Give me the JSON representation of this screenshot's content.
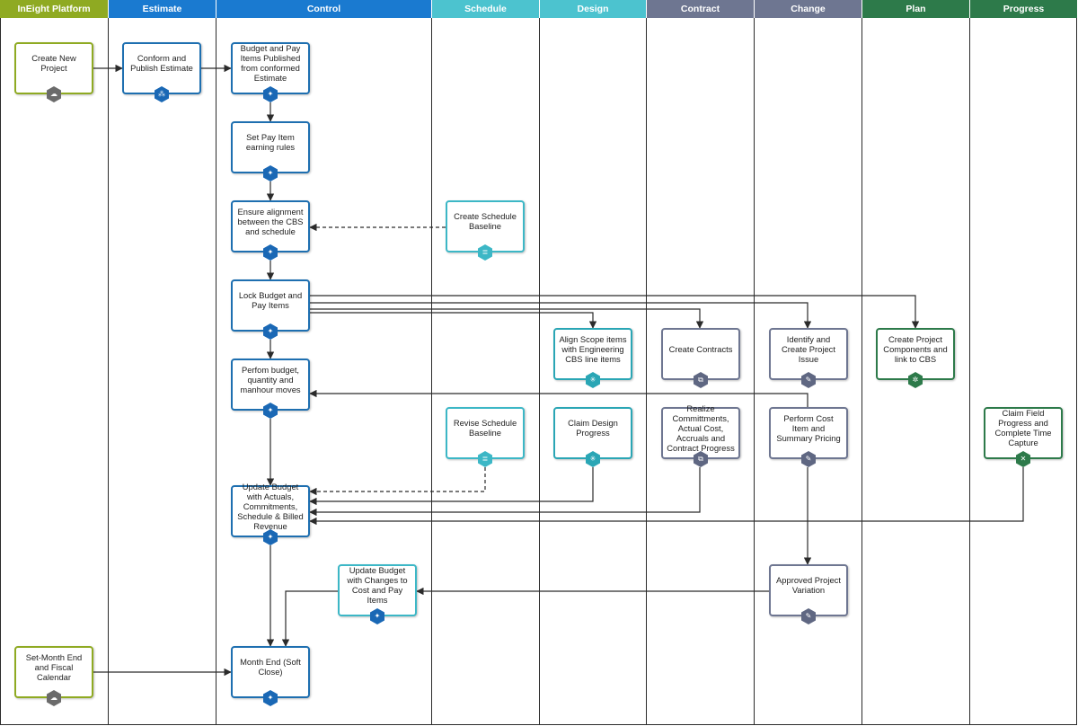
{
  "lanes": [
    {
      "id": "platform",
      "name": "InEight Platform",
      "color": "#8faa22"
    },
    {
      "id": "estimate",
      "name": "Estimate",
      "color": "#1a7ad0"
    },
    {
      "id": "control",
      "name": "Control",
      "color": "#1a7ad0"
    },
    {
      "id": "schedule",
      "name": "Schedule",
      "color": "#4cc3cf"
    },
    {
      "id": "design",
      "name": "Design",
      "color": "#4cc3cf"
    },
    {
      "id": "contract",
      "name": "Contract",
      "color": "#6e7691"
    },
    {
      "id": "change",
      "name": "Change",
      "color": "#6e7691"
    },
    {
      "id": "plan",
      "name": "Plan",
      "color": "#2d7a4a"
    },
    {
      "id": "progress",
      "name": "Progress",
      "color": "#2d7a4a"
    }
  ],
  "nodes": [
    {
      "id": "create-new-project",
      "lane": "platform",
      "icon": "cloud-icon",
      "text": "Create New Project"
    },
    {
      "id": "conform-publish-estimate",
      "lane": "estimate",
      "icon": "estimate-icon",
      "text": "Conform and Publish Estimate"
    },
    {
      "id": "budget-pay-items-published",
      "lane": "control",
      "icon": "control-icon",
      "text": "Budget and Pay Items Published from conformed Estimate"
    },
    {
      "id": "set-pay-item-earning-rules",
      "lane": "control",
      "icon": "control-icon",
      "text": "Set Pay Item earning rules"
    },
    {
      "id": "ensure-alignment",
      "lane": "control",
      "icon": "control-icon",
      "text": "Ensure alignment between the CBS and schedule"
    },
    {
      "id": "create-schedule-baseline",
      "lane": "schedule",
      "icon": "schedule-icon",
      "text": "Create Schedule Baseline"
    },
    {
      "id": "lock-budget-pay-items",
      "lane": "control",
      "icon": "control-icon",
      "text": "Lock Budget and Pay Items"
    },
    {
      "id": "align-scope-items",
      "lane": "design",
      "icon": "design-icon",
      "text": "Align Scope items with Engineering CBS line items"
    },
    {
      "id": "create-contracts",
      "lane": "contract",
      "icon": "contract-icon",
      "text": "Create Contracts"
    },
    {
      "id": "identify-create-project-issue",
      "lane": "change",
      "icon": "change-icon",
      "text": "Identify and Create Project Issue"
    },
    {
      "id": "create-project-components",
      "lane": "plan",
      "icon": "plan-icon",
      "text": "Create Project Components and link to CBS"
    },
    {
      "id": "perform-budget-moves",
      "lane": "control",
      "icon": "control-icon",
      "text": "Perfom budget, quantity and manhour moves"
    },
    {
      "id": "revise-schedule-baseline",
      "lane": "schedule",
      "icon": "schedule-icon",
      "text": "Revise Schedule Baseline"
    },
    {
      "id": "claim-design-progress",
      "lane": "design",
      "icon": "design-icon",
      "text": "Claim Design Progress"
    },
    {
      "id": "realize-commitments",
      "lane": "contract",
      "icon": "contract-icon",
      "text": "Realize Committments, Actual Cost, Accruals and Contract Progress"
    },
    {
      "id": "perform-cost-item-pricing",
      "lane": "change",
      "icon": "change-icon",
      "text": "Perform Cost Item and Summary Pricing"
    },
    {
      "id": "claim-field-progress",
      "lane": "progress",
      "icon": "progress-icon",
      "text": "Claim Field Progress and Complete Time Capture"
    },
    {
      "id": "update-budget-actuals",
      "lane": "control",
      "icon": "control-icon",
      "text": "Update Budget with Actuals, Commitments, Schedule & Billed Revenue"
    },
    {
      "id": "update-budget-changes",
      "lane": "schedule",
      "icon": "control-icon",
      "text": "Update Budget with Changes to Cost and Pay Items"
    },
    {
      "id": "approved-project-variation",
      "lane": "change",
      "icon": "change-icon",
      "text": "Approved Project Variation"
    },
    {
      "id": "set-month-end",
      "lane": "platform",
      "icon": "cloud-icon",
      "text": "Set-Month End and Fiscal Calendar"
    },
    {
      "id": "month-end-soft-close",
      "lane": "control",
      "icon": "control-icon",
      "text": "Month End (Soft Close)"
    }
  ],
  "edges": [
    {
      "from": "create-new-project",
      "to": "conform-publish-estimate",
      "style": "solid"
    },
    {
      "from": "conform-publish-estimate",
      "to": "budget-pay-items-published",
      "style": "solid"
    },
    {
      "from": "budget-pay-items-published",
      "to": "set-pay-item-earning-rules",
      "style": "solid"
    },
    {
      "from": "set-pay-item-earning-rules",
      "to": "ensure-alignment",
      "style": "solid"
    },
    {
      "from": "create-schedule-baseline",
      "to": "ensure-alignment",
      "style": "dashed"
    },
    {
      "from": "ensure-alignment",
      "to": "lock-budget-pay-items",
      "style": "solid"
    },
    {
      "from": "lock-budget-pay-items",
      "to": "perform-budget-moves",
      "style": "solid"
    },
    {
      "from": "lock-budget-pay-items",
      "to": "align-scope-items",
      "style": "solid"
    },
    {
      "from": "lock-budget-pay-items",
      "to": "create-contracts",
      "style": "solid"
    },
    {
      "from": "lock-budget-pay-items",
      "to": "identify-create-project-issue",
      "style": "solid"
    },
    {
      "from": "lock-budget-pay-items",
      "to": "create-project-components",
      "style": "solid"
    },
    {
      "from": "identify-create-project-issue",
      "to": "perform-budget-moves",
      "style": "solid"
    },
    {
      "from": "perform-budget-moves",
      "to": "update-budget-actuals",
      "style": "solid"
    },
    {
      "from": "revise-schedule-baseline",
      "to": "update-budget-actuals",
      "style": "dashed"
    },
    {
      "from": "claim-design-progress",
      "to": "update-budget-actuals",
      "style": "solid"
    },
    {
      "from": "realize-commitments",
      "to": "update-budget-actuals",
      "style": "solid"
    },
    {
      "from": "claim-field-progress",
      "to": "update-budget-actuals",
      "style": "solid"
    },
    {
      "from": "perform-cost-item-pricing",
      "to": "approved-project-variation",
      "style": "solid"
    },
    {
      "from": "approved-project-variation",
      "to": "update-budget-changes",
      "style": "solid"
    },
    {
      "from": "update-budget-changes",
      "to": "month-end-soft-close",
      "style": "solid"
    },
    {
      "from": "update-budget-actuals",
      "to": "month-end-soft-close",
      "style": "solid"
    },
    {
      "from": "set-month-end",
      "to": "month-end-soft-close",
      "style": "solid"
    }
  ]
}
